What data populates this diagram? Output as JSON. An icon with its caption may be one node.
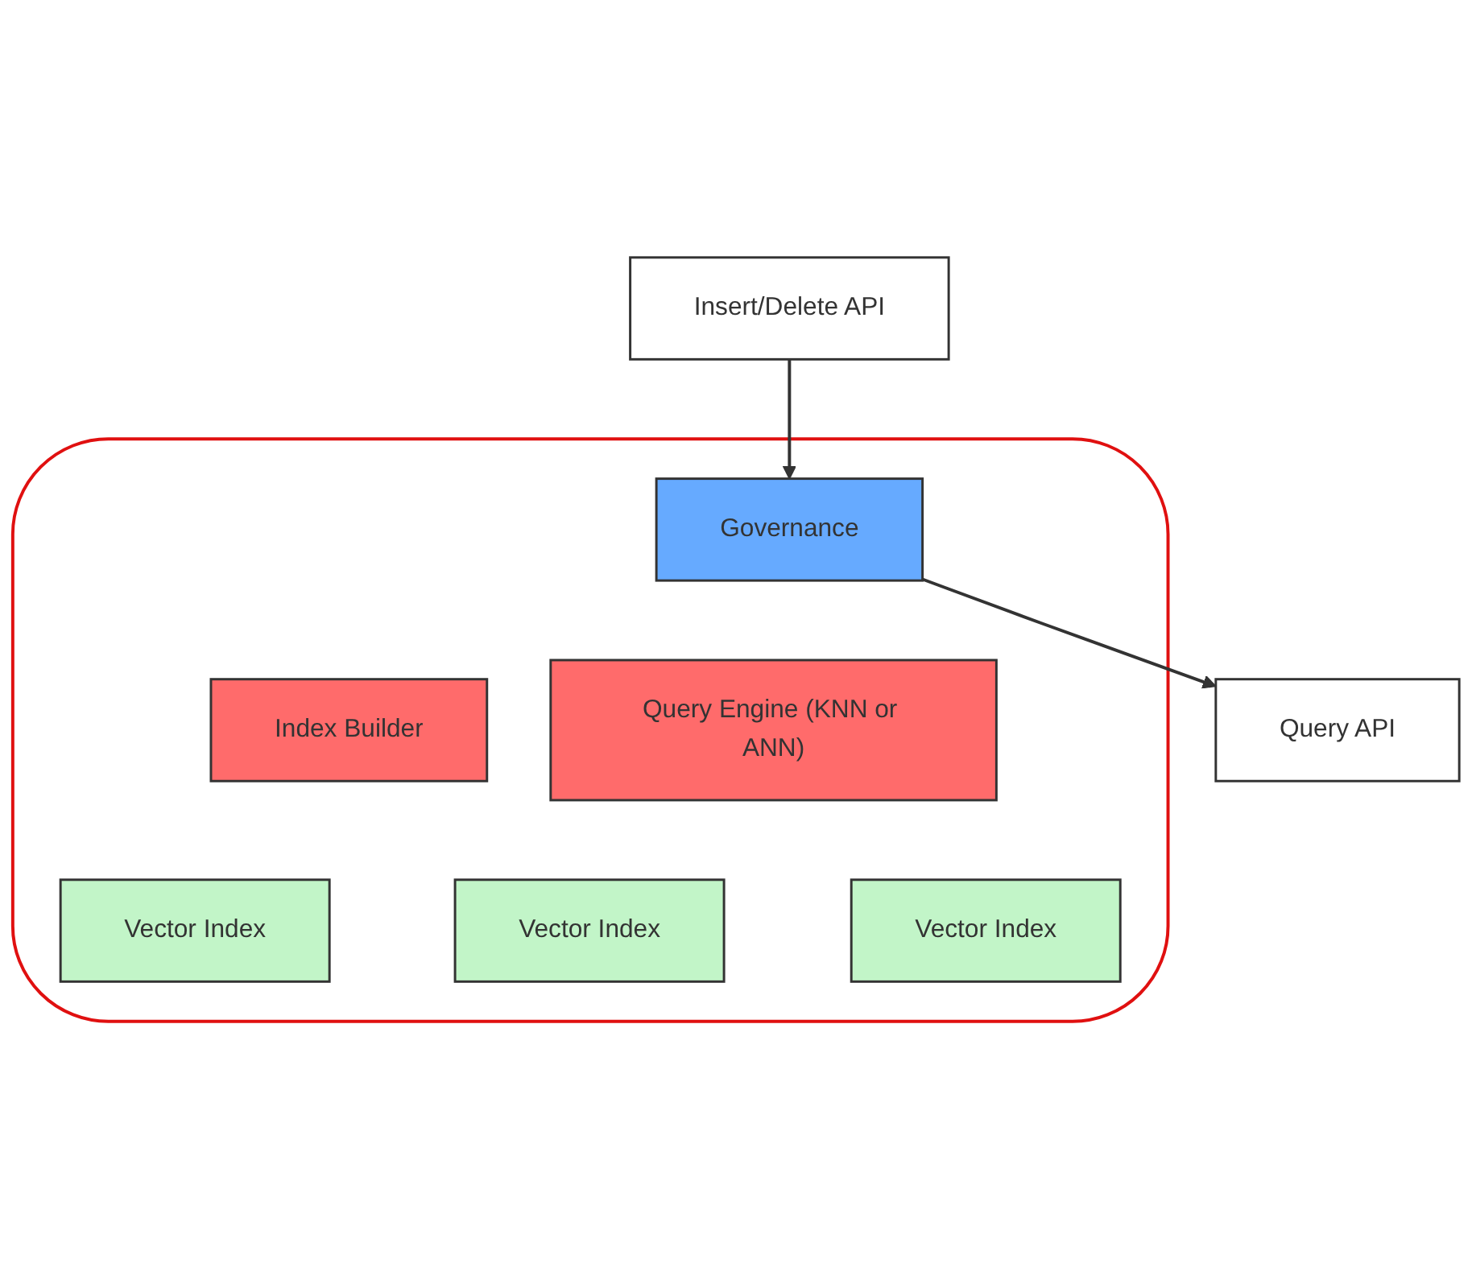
{
  "diagram": {
    "nodes": [
      {
        "text": [
          "Insert/Delete API"
        ]
      },
      {
        "text": [
          "Query API"
        ]
      },
      {
        "text": [],
        "shape": "cylinder"
      },
      {
        "text": [
          "Governance"
        ],
        "in": 2
      },
      {
        "text": [
          "Index Builder"
        ],
        "in": 2
      },
      {
        "text": [
          "Query Engine (KNN or ANN)"
        ],
        "in": 2
      },
      {
        "text": [
          "Vector Index"
        ],
        "in": 2
      },
      {
        "text": [
          "Vector Index"
        ],
        "in": 2
      },
      {
        "text": [
          "Vector Index"
        ],
        "in": 2
      }
    ],
    "edges": [
      {
        "from": 0,
        "to": 3,
        "arrow": "to"
      },
      {
        "from": 3,
        "to": 1,
        "arrow": "to"
      }
    ]
  }
}
